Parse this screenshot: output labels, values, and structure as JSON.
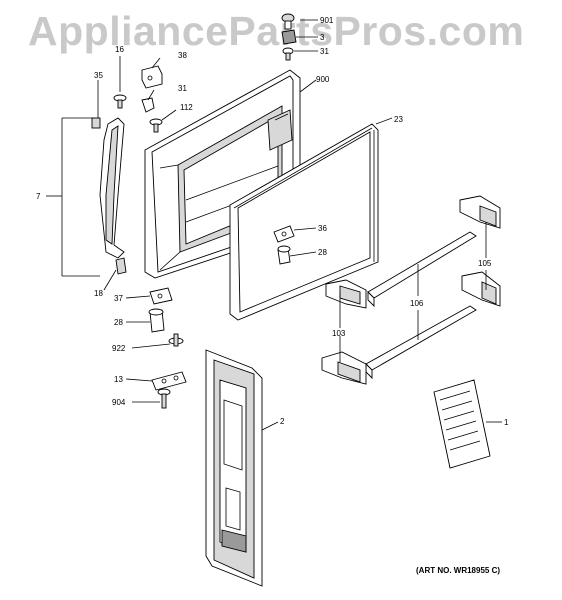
{
  "watermark": "AppliancePartsPros.com",
  "art_number": "(ART NO. WR18955 C)",
  "callouts": {
    "c901": "901",
    "c3": "3",
    "c31_top": "31",
    "c900": "900",
    "c16": "16",
    "c38": "38",
    "c35": "35",
    "c31": "31",
    "c112": "112",
    "c23": "23",
    "c7": "7",
    "c36": "36",
    "c28_gasket": "28",
    "c18": "18",
    "c37": "37",
    "c28": "28",
    "c922": "922",
    "c13": "13",
    "c904": "904",
    "c2": "2",
    "c103": "103",
    "c106": "106",
    "c105": "105",
    "c1": "1"
  }
}
